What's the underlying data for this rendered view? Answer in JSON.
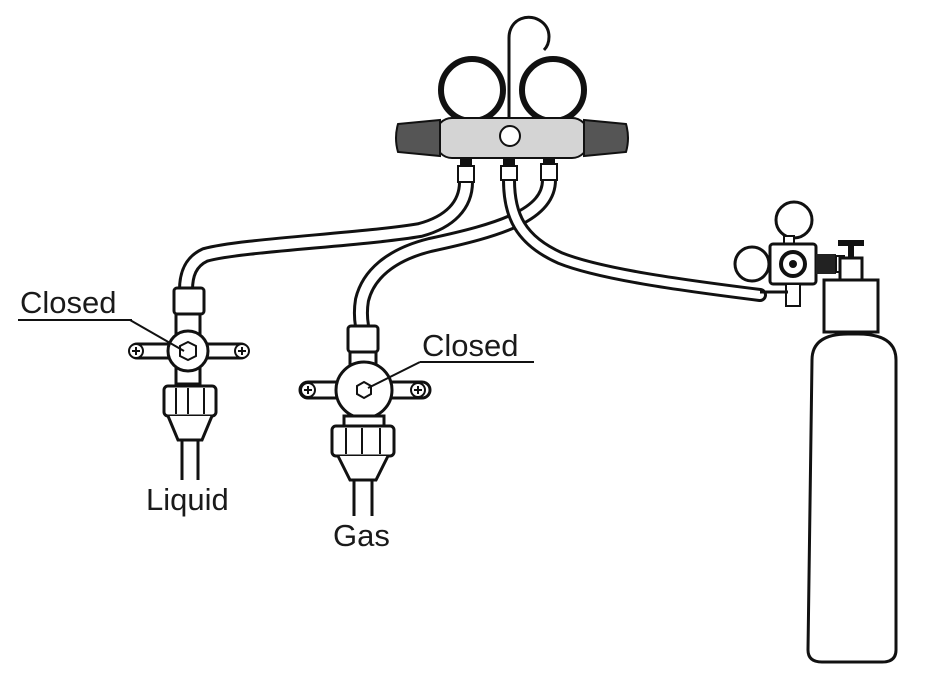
{
  "labels": {
    "liquid_valve_state": "Closed",
    "gas_valve_state": "Closed",
    "liquid": "Liquid",
    "gas": "Gas"
  },
  "colors": {
    "stroke": "#111111",
    "manifold_body": "#d4d4d4",
    "manifold_knob": "#555555",
    "background": "#ffffff"
  },
  "icons": [
    "gauge-manifold-icon",
    "service-valve-icon",
    "nitrogen-cylinder-icon",
    "pressure-regulator-icon"
  ]
}
